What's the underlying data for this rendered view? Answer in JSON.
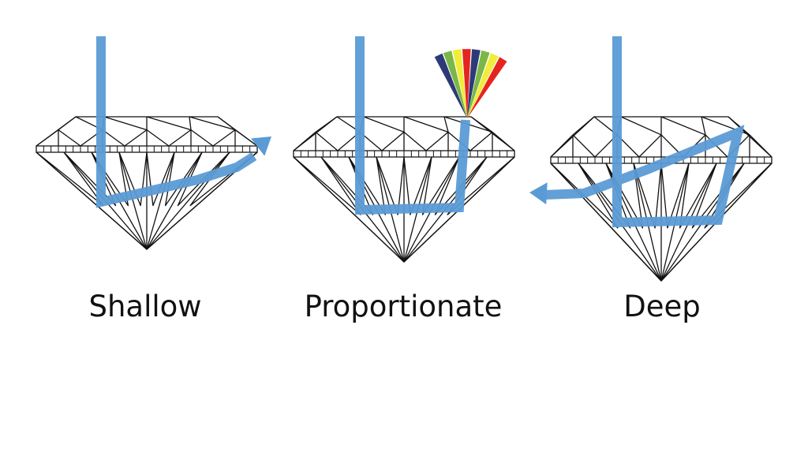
{
  "colors": {
    "background": "#ffffff",
    "light_ray": "#5b9bd5",
    "outline": "#111111",
    "spectrum": [
      "#2e3a78",
      "#7ab648",
      "#f0ec3a",
      "#e52420",
      "#2e3a78",
      "#7ab648",
      "#f0ec3a",
      "#e52420"
    ]
  },
  "diagrams": [
    {
      "label": "Shallow",
      "cut": "shallow",
      "ray": "exits-side"
    },
    {
      "label": "Proportionate",
      "cut": "proportionate",
      "ray": "exits-top-with-dispersion"
    },
    {
      "label": "Deep",
      "cut": "deep",
      "ray": "exits-side"
    }
  ]
}
